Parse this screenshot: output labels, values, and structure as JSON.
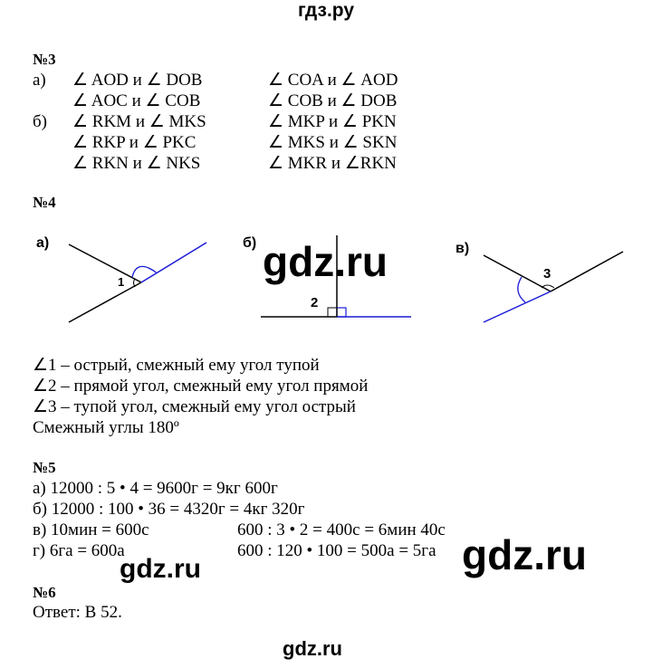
{
  "site": {
    "title": "гдз.ру"
  },
  "watermarks": [
    "gdz.ru",
    "gdz.ru",
    "gdz.ru",
    "gdz.ru"
  ],
  "task3": {
    "heading": "№3",
    "rows": [
      {
        "mark": "а)",
        "left": "∠ AOD и ∠ DOB",
        "right": "∠ COA и ∠ AOD"
      },
      {
        "mark": "",
        "left": "∠ AOC и ∠ COB",
        "right": "∠ COB и ∠ DOB"
      },
      {
        "mark": "б)",
        "left": "∠ RKM и ∠ MKS",
        "right": "∠ MKP и ∠ PKN"
      },
      {
        "mark": "",
        "left": "∠ RKP и ∠ PKC",
        "right": "∠ MKS и ∠ SKN"
      },
      {
        "mark": "",
        "left": "∠ RKN и ∠ NKS",
        "right": "∠ MKR и ∠RKN"
      }
    ]
  },
  "task4": {
    "heading": "№4",
    "figures": [
      {
        "label": "а)",
        "angle": "1"
      },
      {
        "label": "б)",
        "angle": "2"
      },
      {
        "label": "в)",
        "angle": "3"
      }
    ],
    "lines": [
      "∠1 – острый, смежный ему угол тупой",
      "∠2 – прямой угол, смежный ему угол прямой",
      "∠3 – тупой угол, смежный ему угол острый",
      "Смежный углы 180º"
    ],
    "colors": {
      "line": "#000000",
      "accent": "#1a1ad6"
    }
  },
  "task5": {
    "heading": "№5",
    "rows": [
      {
        "left": "а) 12000 : 5 • 4 = 9600г = 9кг 600г",
        "right": ""
      },
      {
        "left": "б) 12000 : 100 • 36 = 4320г = 4кг 320г",
        "right": ""
      },
      {
        "left": "в) 10мин = 600с",
        "right": "600 : 3 • 2 = 400с = 6мин 40с"
      },
      {
        "left": "г) 6га = 600а",
        "right": "600 : 120 • 100 = 500а = 5га"
      }
    ]
  },
  "task6": {
    "heading": "№6",
    "answer": "Ответ: В 52."
  }
}
